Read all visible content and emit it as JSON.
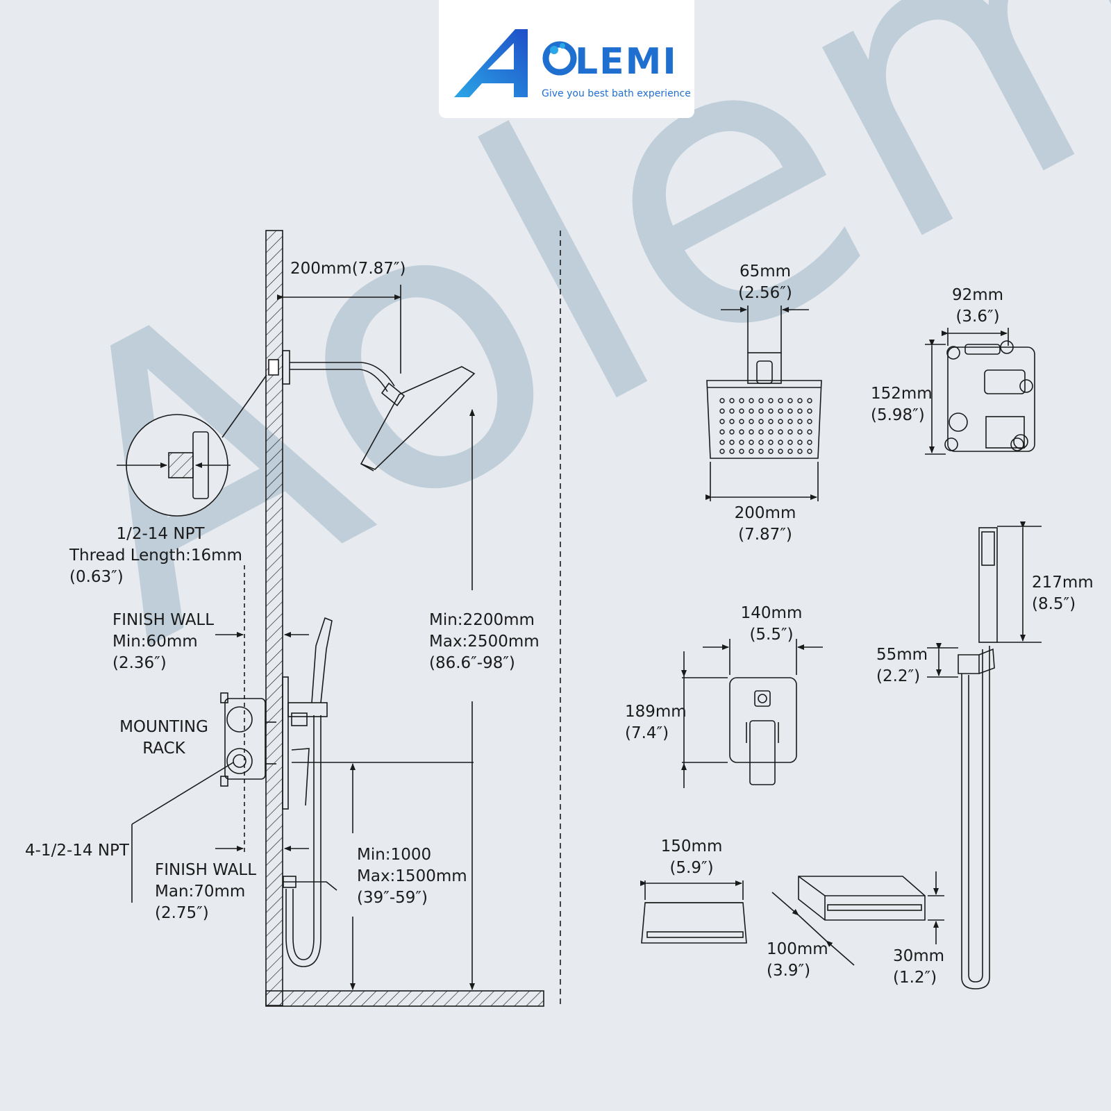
{
  "brand": {
    "logo_text": "AOLEMI",
    "tagline": "Give you best bath experience",
    "brand_color": "#1f6fd0",
    "accent_color": "#2ba6e6"
  },
  "watermark": "Aolemi",
  "colors": {
    "background": "#e7ebf0",
    "line": "#1a1a1a"
  },
  "left_diagram": {
    "arm_length": "200mm(7.87″)",
    "thread": [
      "1/2-14 NPT",
      "Thread Length:16mm",
      "(0.63″)"
    ],
    "finish_wall_min": [
      "FINISH WALL",
      "Min:60mm",
      "(2.36″)"
    ],
    "mounting_rack": [
      "MOUNTING",
      "RACK"
    ],
    "npt_outlets": "4-1/2-14 NPT",
    "finish_wall_max": [
      "FINISH WALL",
      "Man:70mm",
      "(2.75″)"
    ],
    "head_height": [
      "Min:2200mm",
      "Max:2500mm",
      "(86.6″-98″)"
    ],
    "valve_height": [
      "Min:1000",
      "Max:1500mm",
      "(39″-59″)"
    ]
  },
  "right_diagram": {
    "shower_head_neck": [
      "65mm",
      "(2.56″)"
    ],
    "shower_head_width": [
      "200mm",
      "(7.87″)"
    ],
    "valve_body_width": [
      "92mm",
      "(3.6″)"
    ],
    "valve_body_height": [
      "152mm",
      "(5.98″)"
    ],
    "trim_width": [
      "140mm",
      "(5.5″)"
    ],
    "trim_height": [
      "189mm",
      "(7.4″)"
    ],
    "handheld_length": [
      "217mm",
      "(8.5″)"
    ],
    "holder_height": [
      "55mm",
      "(2.2″)"
    ],
    "spout_width": [
      "150mm",
      "(5.9″)"
    ],
    "spout_depth": [
      "100mm",
      "(3.9″)"
    ],
    "spout_height": [
      "30mm",
      "(1.2″)"
    ]
  }
}
